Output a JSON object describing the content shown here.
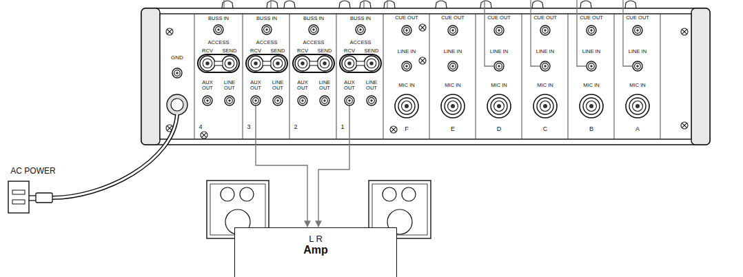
{
  "diagram": {
    "nodes": [
      {
        "text": [
          "L R",
          "Amp"
        ]
      }
    ],
    "labels": [
      "GND",
      "BUSS IN",
      "ACCESS",
      "RCV",
      "SEND",
      "AUX OUT",
      "LINE OUT",
      "4",
      "BUSS IN",
      "ACCESS",
      "RCV",
      "SEND",
      "AUX OUT",
      "LINE OUT",
      "3",
      "BUSS IN",
      "ACCESS",
      "RCV",
      "SEND",
      "AUX OUT",
      "LINE OUT",
      "2",
      "BUSS IN",
      "ACCESS",
      "RCV",
      "SEND",
      "AUX OUT",
      "LINE OUT",
      "1",
      "CUE OUT",
      "LINE IN",
      "MIC IN",
      "F",
      "CUE OUT",
      "LINE IN",
      "MIC IN",
      "E",
      "CUE OUT",
      "LINE IN",
      "MIC IN",
      "D",
      "CUE OUT",
      "LINE IN",
      "MIC IN",
      "C",
      "CUE OUT",
      "LINE IN",
      "MIC IN",
      "B",
      "CUE OUT",
      "LINE IN",
      "MIC IN",
      "A",
      "AC POWER"
    ]
  }
}
